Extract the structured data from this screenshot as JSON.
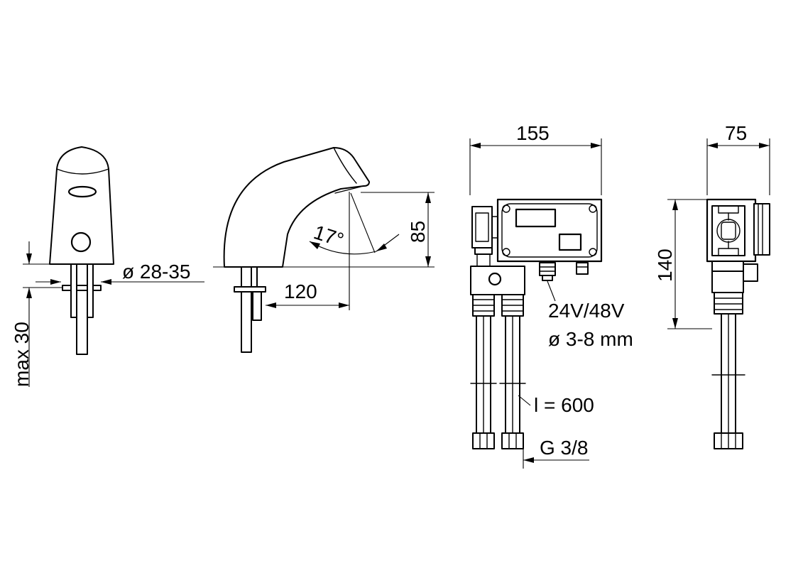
{
  "labels": {
    "max_height": "max 30",
    "hole_diameter": "ø 28-35",
    "projection": "120",
    "angle": "17°",
    "spout_height": "85",
    "box_width": "155",
    "box_depth": "75",
    "box_height": "140",
    "voltage": "24V/48V",
    "cable_diameter": "ø 3-8 mm",
    "hose_length": "l = 600",
    "thread": "G 3/8"
  }
}
